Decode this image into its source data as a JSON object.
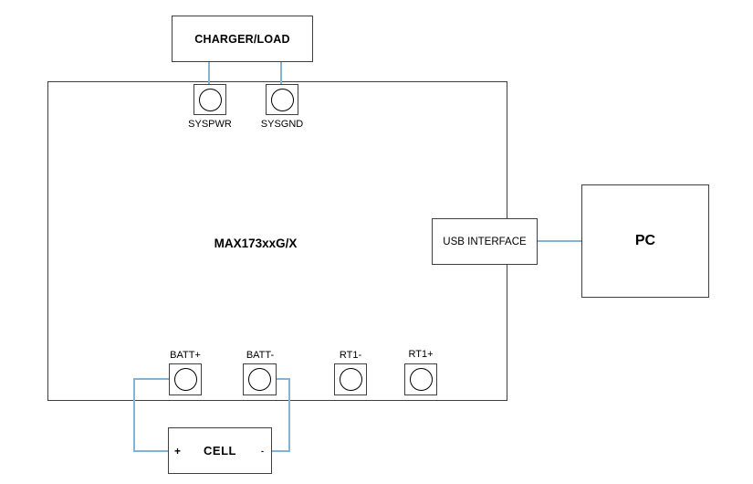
{
  "diagram": {
    "charger": {
      "label": "CHARGER/LOAD"
    },
    "main": {
      "label": "MAX173xxG/X"
    },
    "usb": {
      "label": "USB INTERFACE"
    },
    "pc": {
      "label": "PC"
    },
    "cell": {
      "label": "CELL",
      "plus": "+",
      "minus": "-"
    },
    "terminals": {
      "top": [
        {
          "id": "syspwr",
          "label": "SYSPWR"
        },
        {
          "id": "sysgnd",
          "label": "SYSGND"
        }
      ],
      "bottom": [
        {
          "id": "batt-plus",
          "label": "BATT+"
        },
        {
          "id": "batt-minus",
          "label": "BATT-"
        },
        {
          "id": "rt1-minus",
          "label": "RT1-"
        },
        {
          "id": "rt1-plus",
          "label": "RT1+"
        }
      ]
    },
    "colors": {
      "wire": "#85b3d6",
      "border": "#3f3f3f",
      "text": "#000000",
      "background": "#ffffff"
    }
  }
}
